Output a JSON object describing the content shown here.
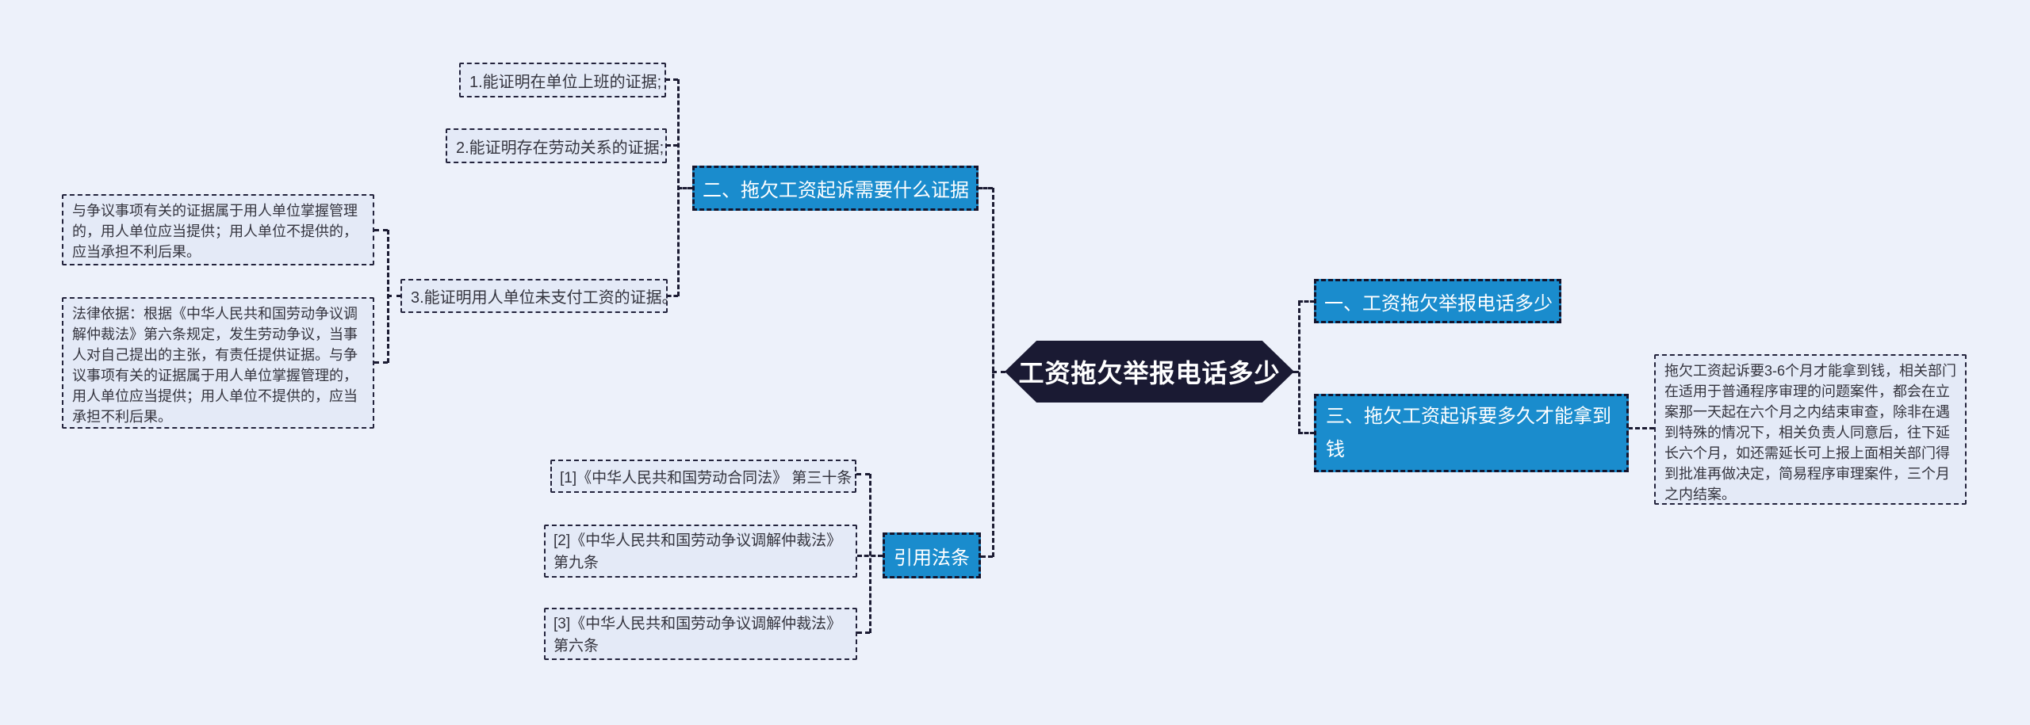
{
  "canvas": {
    "background": "#edf1fa"
  },
  "palette": {
    "branch_blue": "#1a8ccd",
    "node_fill": "#e4eaf7",
    "root_fill": "#1a1a33",
    "connector_color": "#1b1b32",
    "node_text": "#34343e",
    "branch_text": "#ffffff"
  },
  "mindmap": {
    "root": {
      "label": "工资拖欠举报电话多少"
    },
    "branch_1": {
      "label": "一、工资拖欠举报电话多少"
    },
    "branch_2": {
      "label": "二、拖欠工资起诉需要什么证据",
      "children": {
        "evidence_1": "1.能证明在单位上班的证据;",
        "evidence_2": "2.能证明存在劳动关系的证据;",
        "evidence_3": "3.能证明用人单位未支付工资的证据。",
        "burden_note": "与争议事项有关的证据属于用人单位掌握管理的，用人单位应当提供；用人单位不提供的，应当承担不利后果。",
        "legal_basis_note": "法律依据：根据《中华人民共和国劳动争议调解仲裁法》第六条规定，发生劳动争议，当事人对自己提出的主张，有责任提供证据。与争议事项有关的证据属于用人单位掌握管理的，用人单位应当提供；用人单位不提供的，应当承担不利后果。"
      }
    },
    "branch_3": {
      "label": "三、拖欠工资起诉要多久才能拿到钱",
      "children": {
        "timeline_note": "拖欠工资起诉要3-6个月才能拿到钱，相关部门在适用于普通程序审理的问题案件，都会在立案那一天起在六个月之内结束审查，除非在遇到特殊的情况下，相关负责人同意后，往下延长六个月，如还需延长可上报上面相关部门得到批准再做决定，简易程序审理案件，三个月之内结案。"
      }
    },
    "citations": {
      "label": "引用法条",
      "children": {
        "law_1": "[1]《中华人民共和国劳动合同法》 第三十条",
        "law_2": "[2]《中华人民共和国劳动争议调解仲裁法》第九条",
        "law_3": "[3]《中华人民共和国劳动争议调解仲裁法》第六条"
      }
    }
  }
}
